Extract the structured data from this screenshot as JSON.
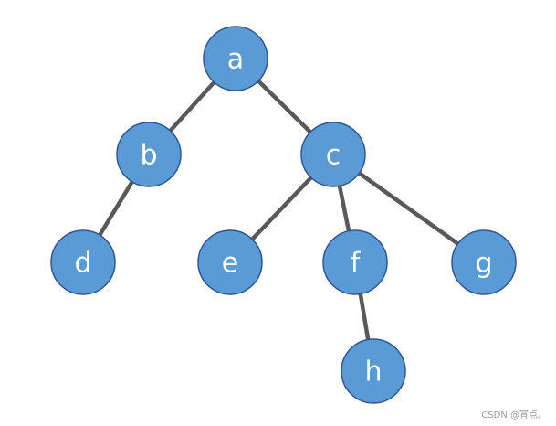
{
  "tree": {
    "nodes": [
      {
        "id": "a",
        "label": "a"
      },
      {
        "id": "b",
        "label": "b"
      },
      {
        "id": "c",
        "label": "c"
      },
      {
        "id": "d",
        "label": "d"
      },
      {
        "id": "e",
        "label": "e"
      },
      {
        "id": "f",
        "label": "f"
      },
      {
        "id": "g",
        "label": "g"
      },
      {
        "id": "h",
        "label": "h"
      }
    ],
    "edges": [
      [
        "a",
        "b"
      ],
      [
        "a",
        "c"
      ],
      [
        "b",
        "d"
      ],
      [
        "c",
        "e"
      ],
      [
        "c",
        "f"
      ],
      [
        "c",
        "g"
      ],
      [
        "f",
        "h"
      ]
    ]
  },
  "colors": {
    "node_fill": "#5b9bd5",
    "node_border": "#2e5597",
    "edge": "#595959",
    "label": "#ffffff"
  },
  "watermark": "CSDN @宵点。"
}
